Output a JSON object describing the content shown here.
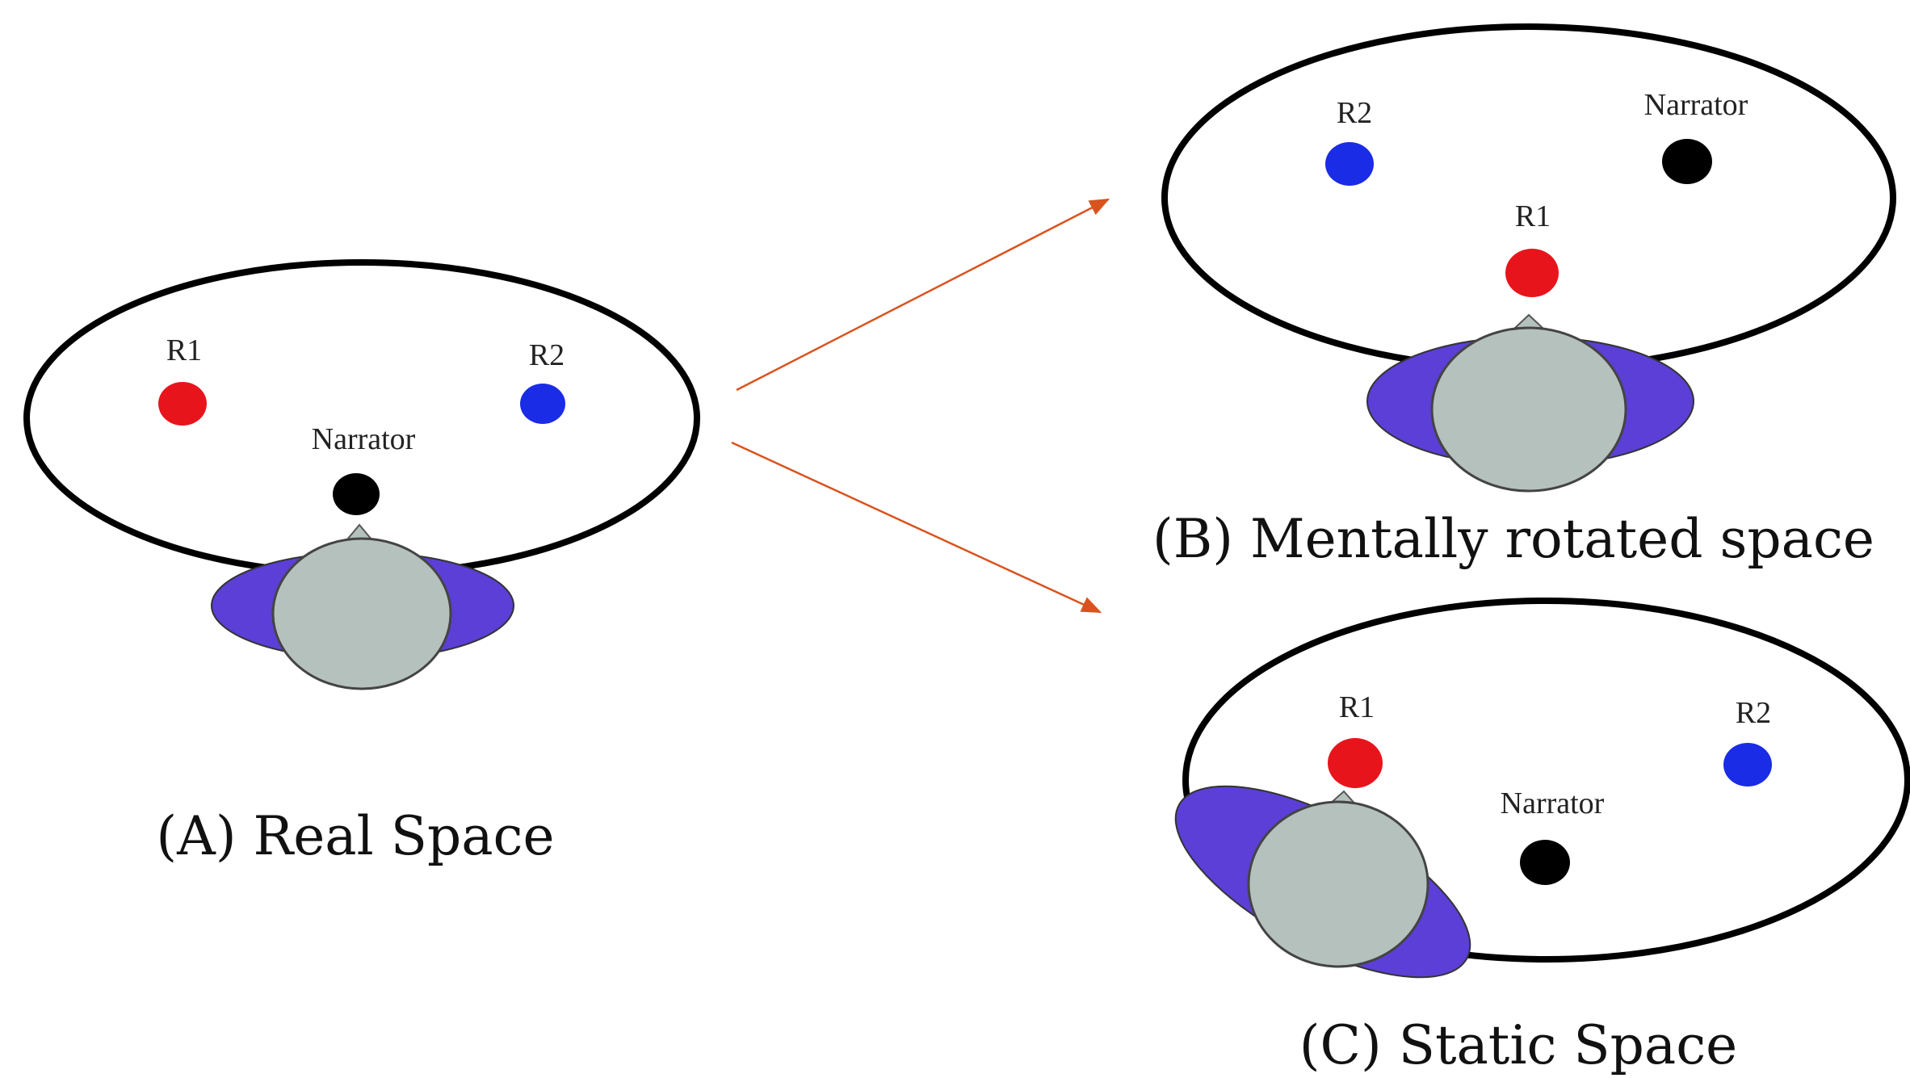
{
  "diagram": {
    "colors": {
      "room_outline": "#000000",
      "r1_dot": "#e8141c",
      "r2_dot": "#1a2ce6",
      "narrator_dot": "#000000",
      "shoulders": "#5b3fd6",
      "head": "#b5c1bc",
      "arrows": "#d9531e"
    },
    "panel_a": {
      "r1_label": "R1",
      "r2_label": "R2",
      "narrator_label": "Narrator",
      "caption": "(A) Real Space"
    },
    "panel_b": {
      "r1_label": "R1",
      "r2_label": "R2",
      "narrator_label": "Narrator",
      "caption": "(B) Mentally rotated space"
    },
    "panel_c": {
      "r1_label": "R1",
      "r2_label": "R2",
      "narrator_label": "Narrator",
      "caption": "(C) Static Space"
    }
  }
}
